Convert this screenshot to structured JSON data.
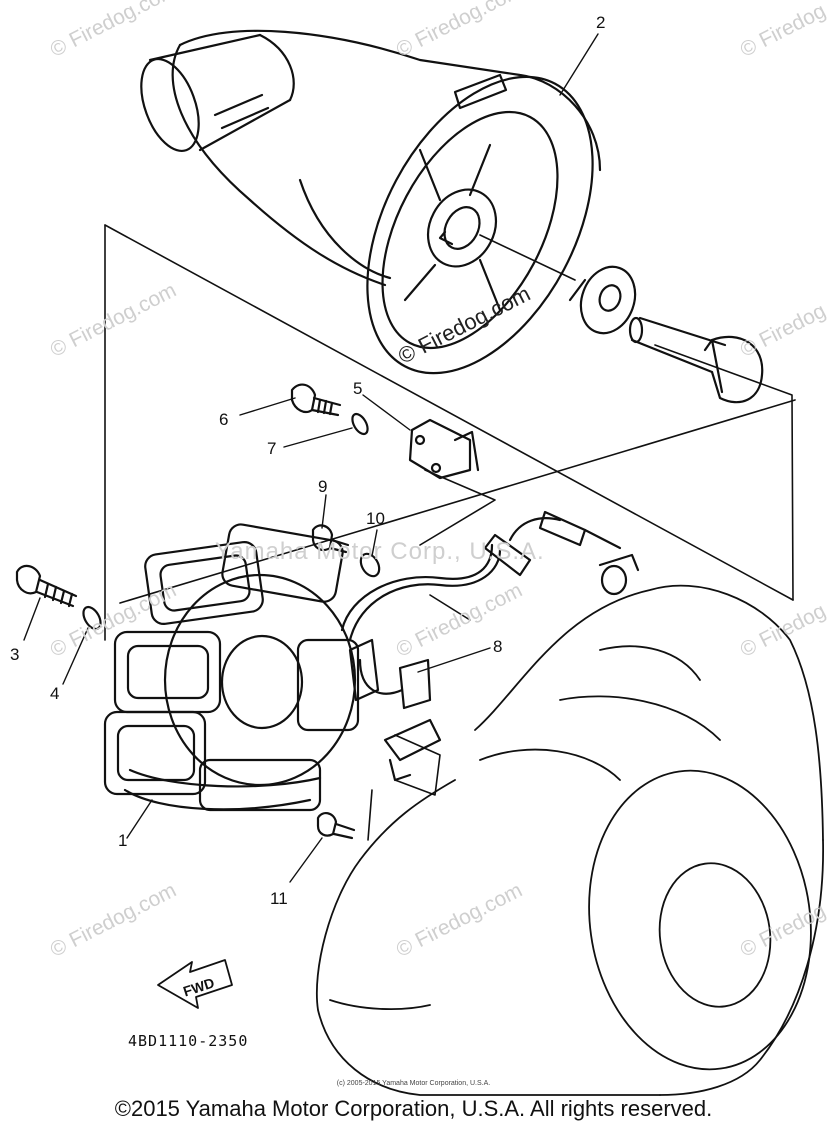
{
  "diagram": {
    "callouts": [
      "1",
      "2",
      "3",
      "4",
      "5",
      "6",
      "7",
      "8",
      "9",
      "10",
      "11"
    ],
    "part_code": "4BD1110-2350",
    "fwd_label": "FWD",
    "watermark": "© Firedog.com",
    "center_watermark": "Yamaha Motor Corp., U.S.A.",
    "small_copyright": "(c) 2005-2015 Yamaha Motor Corporation, U.S.A.",
    "footer_copyright": "©2015 Yamaha Motor Corporation, U.S.A. All rights reserved."
  }
}
